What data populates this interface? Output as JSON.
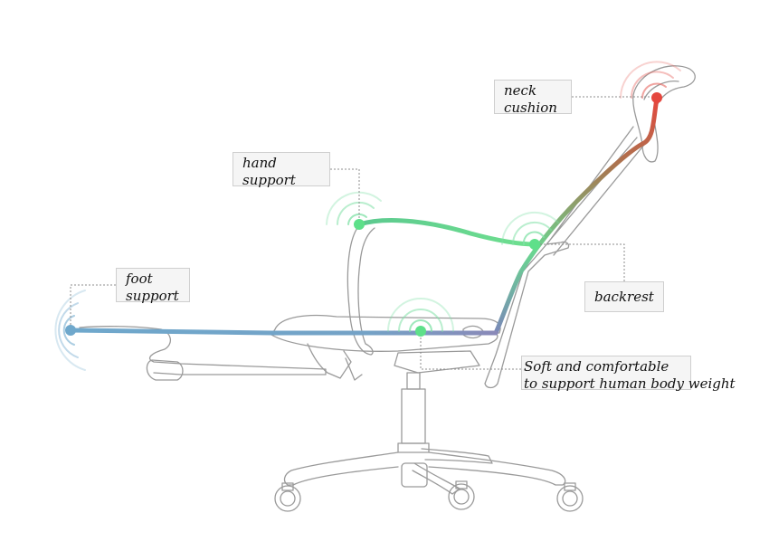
{
  "labels": {
    "neck_line1": "neck",
    "neck_line2": "cushion",
    "hand_line1": "hand",
    "hand_line2": "support",
    "foot_line1": "foot",
    "foot_line2": "support",
    "backrest": "backrest",
    "soft_line1": "Soft and comfortable",
    "soft_line2": "to support human body weight"
  },
  "colors": {
    "outline": "#9a9a9a",
    "leader": "#8c8c8c",
    "neck": "#e5473e",
    "hand": "#5ee08a",
    "back": "#5ee08a",
    "seat": "#5ee08a",
    "foot": "#6fa8cc",
    "label_bg": "#f5f5f5"
  }
}
